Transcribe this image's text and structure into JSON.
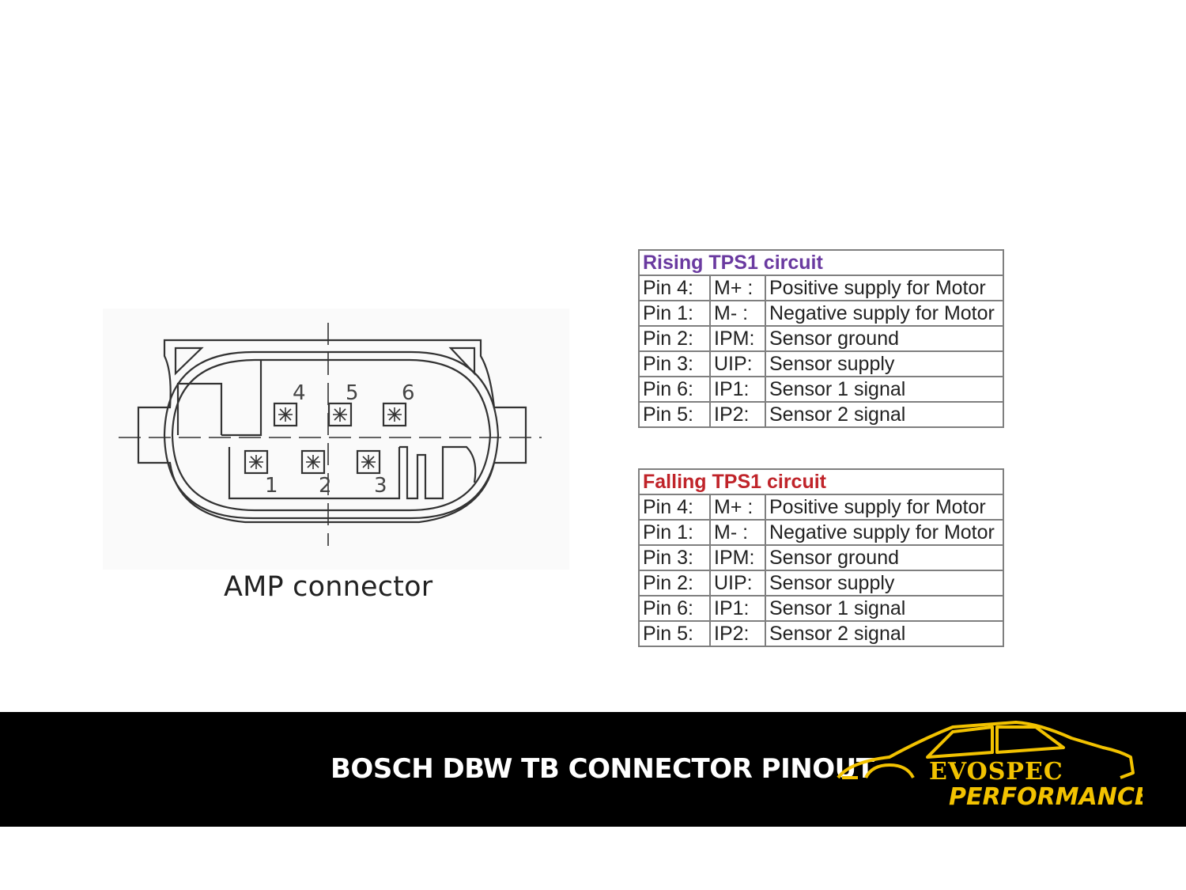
{
  "diagram": {
    "pins_top": [
      "4",
      "5",
      "6"
    ],
    "pins_bottom": [
      "1",
      "2",
      "3"
    ],
    "caption": "AMP connector"
  },
  "rising": {
    "title": "Rising TPS1 circuit",
    "title_color": "#6a3aa0",
    "rows": [
      [
        "Pin 4:",
        "M+ :",
        "Positive supply for Motor"
      ],
      [
        "Pin 1:",
        "M- :",
        "Negative supply for Motor"
      ],
      [
        "Pin 2:",
        "IPM:",
        "Sensor ground"
      ],
      [
        "Pin 3:",
        "UIP:",
        "Sensor supply"
      ],
      [
        "Pin 6:",
        "IP1:",
        "Sensor 1 signal"
      ],
      [
        "Pin 5:",
        "IP2:",
        "Sensor 2 signal"
      ]
    ]
  },
  "falling": {
    "title": "Falling TPS1 circuit",
    "title_color": "#c0242a",
    "rows": [
      [
        "Pin 4:",
        "M+ :",
        "Positive supply for Motor"
      ],
      [
        "Pin 1:",
        "M- :",
        "Negative supply for Motor"
      ],
      [
        "Pin 3:",
        "IPM:",
        "Sensor ground"
      ],
      [
        "Pin 2:",
        "UIP:",
        "Sensor supply"
      ],
      [
        "Pin 6:",
        "IP1:",
        "Sensor 1 signal"
      ],
      [
        "Pin 5:",
        "IP2:",
        "Sensor 2 signal"
      ]
    ]
  },
  "footer": {
    "title": "BOSCH DBW TB CONNECTOR PINOUT",
    "logo_line1": "EVOSPEC",
    "logo_line2": "PERFORMANCE",
    "logo_color": "#f2c200"
  }
}
